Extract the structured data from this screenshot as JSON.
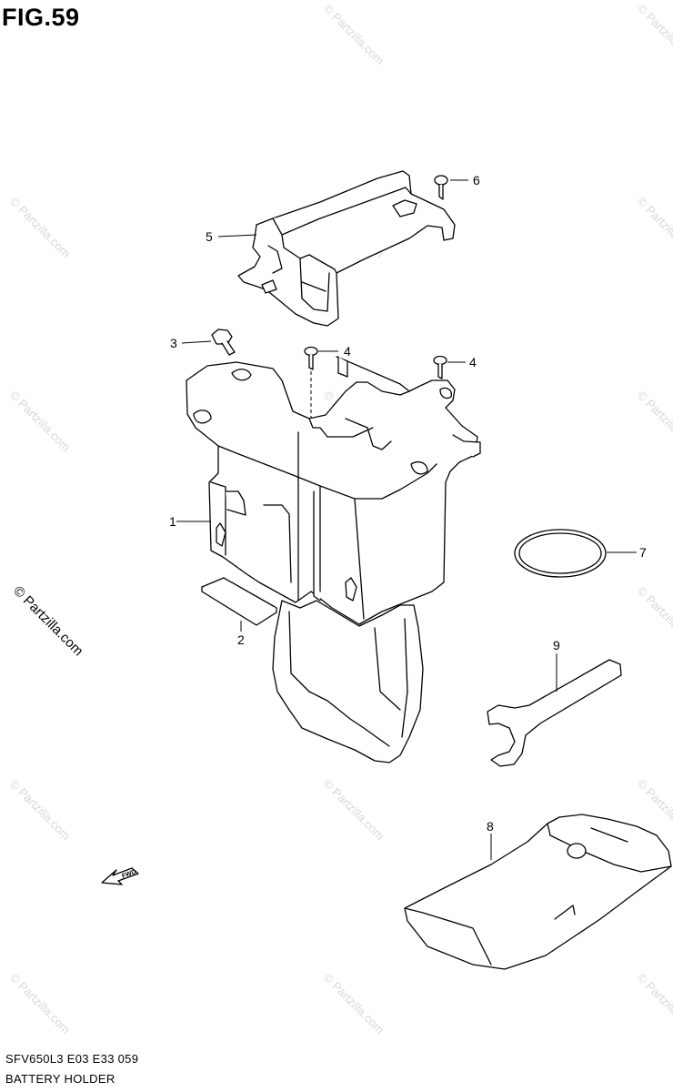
{
  "figure": {
    "title": "FIG.59"
  },
  "callouts": [
    {
      "id": "1",
      "label": "1"
    },
    {
      "id": "2",
      "label": "2"
    },
    {
      "id": "3",
      "label": "3"
    },
    {
      "id": "4a",
      "label": "4"
    },
    {
      "id": "4b",
      "label": "4"
    },
    {
      "id": "5",
      "label": "5"
    },
    {
      "id": "6",
      "label": "6"
    },
    {
      "id": "7",
      "label": "7"
    },
    {
      "id": "8",
      "label": "8"
    },
    {
      "id": "9",
      "label": "9"
    }
  ],
  "fwd_label": "FWD",
  "watermark": "© Partzilla.com",
  "footer": {
    "code": "SFV650L3  E03  E33  059",
    "name": "BATTERY HOLDER"
  },
  "colors": {
    "line": "#000000",
    "watermark": "#d8d8d8",
    "background": "#ffffff"
  }
}
